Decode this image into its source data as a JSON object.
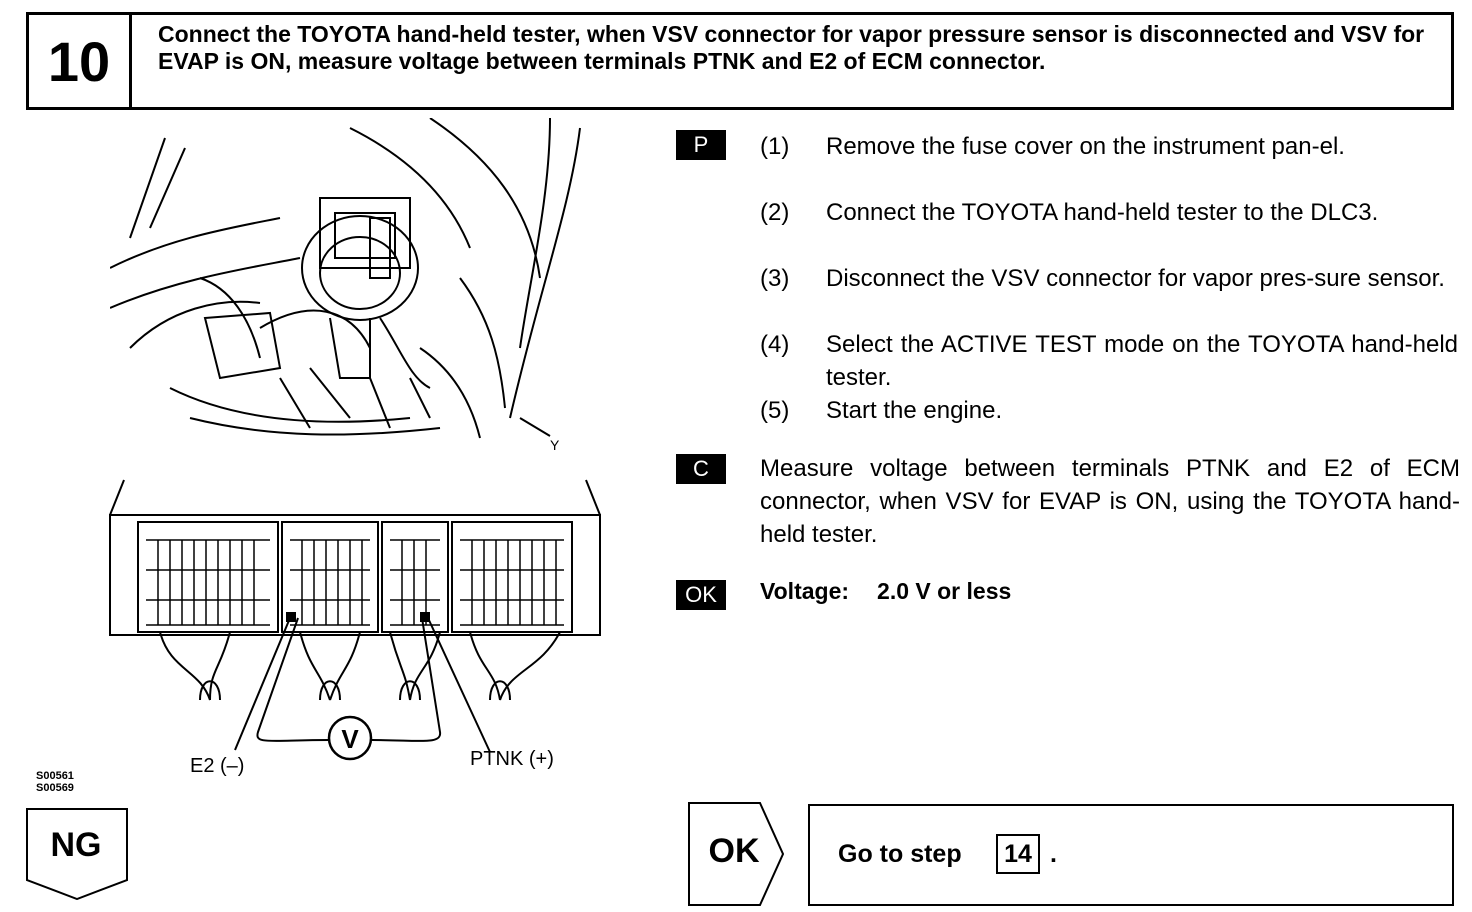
{
  "step": {
    "number": "10",
    "title": "Connect the TOYOTA hand-held tester, when VSV connector for vapor pressure sensor is disconnected and VSV for EVAP is ON, measure voltage between terminals PTNK and E2 of ECM connector."
  },
  "figure": {
    "codes": [
      "S00561",
      "S00569"
    ],
    "engine_label": "Y",
    "meter_symbol": "V",
    "label_e2": "E2 (–)",
    "label_ptnk": "PTNK (+)"
  },
  "procedure": {
    "badge": "P",
    "items": [
      {
        "num": "(1)",
        "text": "Remove the fuse cover on the instrument pan-el."
      },
      {
        "num": "(2)",
        "text": "Connect the TOYOTA hand-held tester to the DLC3."
      },
      {
        "num": "(3)",
        "text": "Disconnect the VSV connector for vapor pres-sure sensor."
      },
      {
        "num": "(4)",
        "text": "Select the ACTIVE TEST mode on the TOYOTA hand-held tester."
      },
      {
        "num": "(5)",
        "text": "Start the engine."
      }
    ]
  },
  "check": {
    "badge": "C",
    "text": "Measure voltage between terminals PTNK and E2 of ECM connector, when VSV for EVAP is ON, using the TOYOTA hand-held tester."
  },
  "spec": {
    "badge": "OK",
    "label": "Voltage:",
    "value": "2.0 V or less"
  },
  "outcomes": {
    "ng_label": "NG",
    "ok_label": "OK",
    "ok_action": "Go to step",
    "ok_step": "14",
    "ok_punct": "."
  }
}
